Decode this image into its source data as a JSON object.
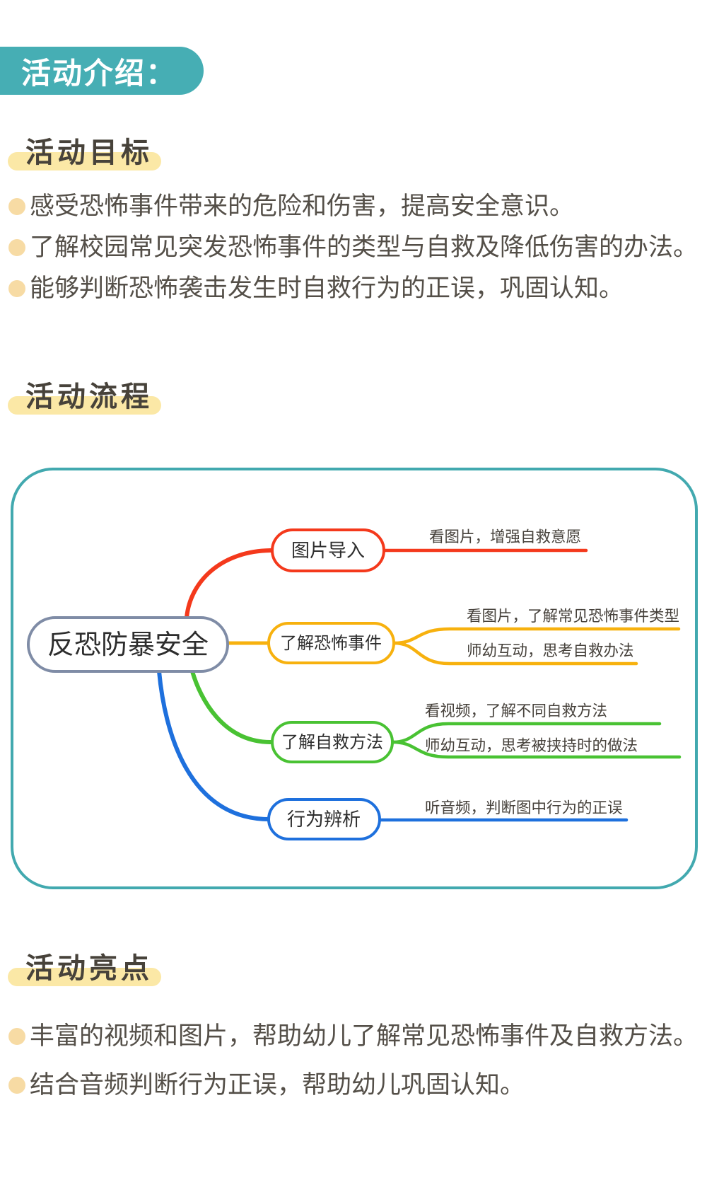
{
  "header": {
    "badge": "活动介绍："
  },
  "goals": {
    "heading": "活动目标",
    "items": [
      "感受恐怖事件带来的危险和伤害，提高安全意识。",
      "了解校园常见突发恐怖事件的类型与自救及降低伤害的办法。",
      "能够判断恐怖袭击发生时自救行为的正误，巩固认知。"
    ]
  },
  "flow": {
    "heading": "活动流程",
    "mindmap": {
      "root": "反恐防暴安全",
      "branches": [
        {
          "label": "图片导入",
          "color": "#f4391c",
          "notes": [
            "看图片，增强自救意愿"
          ]
        },
        {
          "label": "了解恐怖事件",
          "color": "#f7b10e",
          "notes": [
            "看图片，了解常见恐怖事件类型",
            "师幼互动，思考自救办法"
          ]
        },
        {
          "label": "了解自救方法",
          "color": "#49c233",
          "notes": [
            "看视频，了解不同自救方法",
            "师幼互动，思考被挟持时的做法"
          ]
        },
        {
          "label": "行为辨析",
          "color": "#1e70dd",
          "notes": [
            "听音频，判断图中行为的正误"
          ]
        }
      ]
    }
  },
  "highlights": {
    "heading": "活动亮点",
    "items": [
      "丰富的视频和图片，帮助幼儿了解常见恐怖事件及自救方法。",
      "结合音频判断行为正误，帮助幼儿巩固认知。"
    ]
  },
  "colors": {
    "badge_teal": "#46aeb4",
    "box_border_teal": "#42a9af",
    "highlight_yellow": "#fbe8a6",
    "bullet_cream": "#f7dba4",
    "heading_text": "#47423a",
    "body_text": "#544f48",
    "root_border": "#7f8ca6",
    "branch_red": "#f4391c",
    "branch_yellow": "#f7b10e",
    "branch_green": "#49c233",
    "branch_blue": "#1e70dd"
  }
}
